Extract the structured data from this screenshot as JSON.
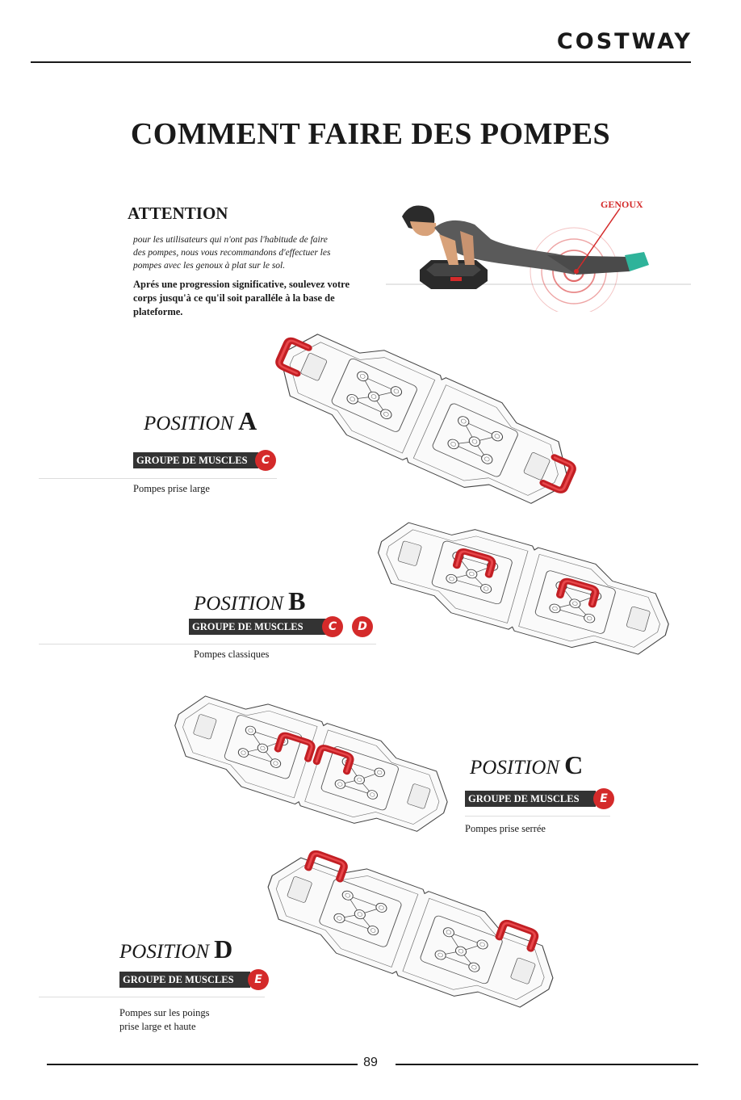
{
  "header": {
    "brand": "COSTWAY"
  },
  "title": "COMMENT FAIRE DES POMPES",
  "attention": {
    "heading": "ATTENTION",
    "italic_lines": [
      "pour les utilisateurs qui n'ont pas l'habitude de faire",
      "des pompes, nous vous recommandons d'effectuer les",
      "pompes avec les genoux à plat sur le sol."
    ],
    "bold_lines": [
      "Aprés une progression significative, soulevez votre",
      "corps jusqu'à ce qu'il soit paralléle à la base de",
      "plateforme."
    ],
    "illustration_label": "GENOUX"
  },
  "positions": [
    {
      "label": "POSITION",
      "letter": "A",
      "group_label": "GROUPE DE MUSCLES",
      "badges": [
        "C"
      ],
      "caption": [
        "Pompes prise large"
      ]
    },
    {
      "label": "POSITION",
      "letter": "B",
      "group_label": "GROUPE DE MUSCLES",
      "badges": [
        "C",
        "D"
      ],
      "caption": [
        "Pompes classiques"
      ]
    },
    {
      "label": "POSITION",
      "letter": "C",
      "group_label": "GROUPE DE MUSCLES",
      "badges": [
        "E"
      ],
      "caption": [
        "Pompes prise serrée"
      ]
    },
    {
      "label": "POSITION",
      "letter": "D",
      "group_label": "GROUPE DE MUSCLES",
      "badges": [
        "E"
      ],
      "caption": [
        "Pompes sur les poings",
        "prise large et haute"
      ]
    }
  ],
  "footer": {
    "page_number": "89"
  },
  "colors": {
    "accent": "#d42a2a",
    "label_bg": "#333333",
    "text": "#1a1a1a"
  }
}
